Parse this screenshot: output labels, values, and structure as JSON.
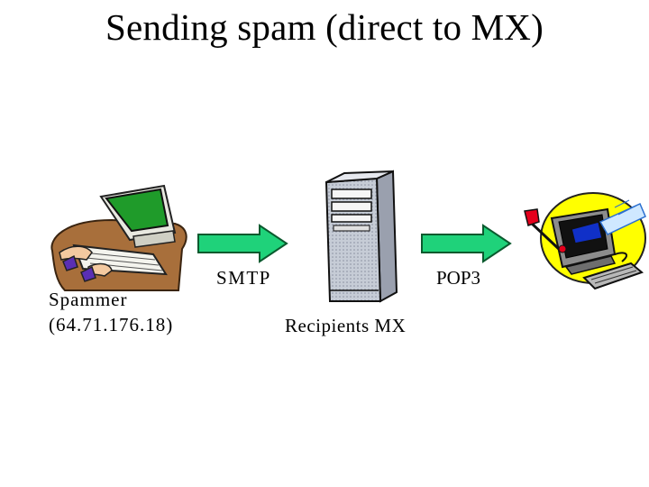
{
  "title": "Sending spam (direct to MX)",
  "nodes": {
    "spammer": {
      "name": "Spammer",
      "ip": "(64.71.176.18)",
      "icon": "computer-user-icon"
    },
    "mx": {
      "name": "Recipients MX",
      "icon": "server-tower-icon"
    },
    "recipient": {
      "icon": "mailbox-computer-icon"
    }
  },
  "links": {
    "smtp": {
      "label": "SMTP",
      "color": "#1fd27a"
    },
    "pop3": {
      "label": "POP3",
      "color": "#1fd27a"
    }
  }
}
